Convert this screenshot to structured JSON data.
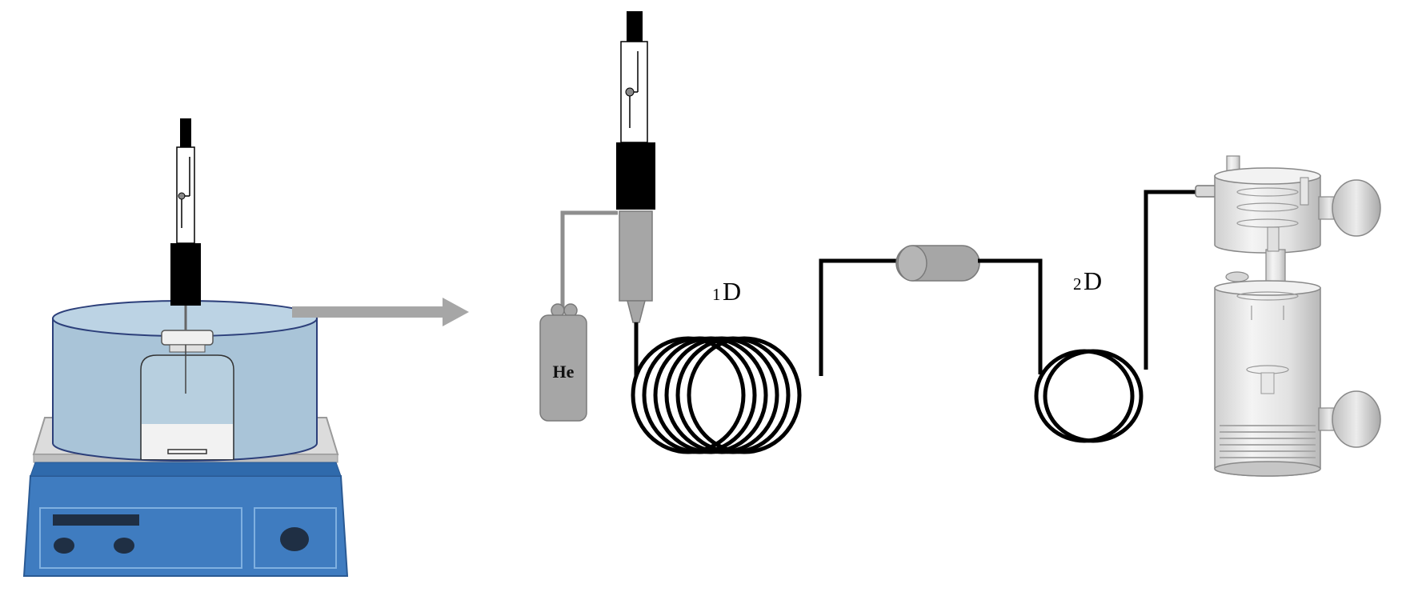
{
  "labels": {
    "gas": "He",
    "first_dim_sup": "1",
    "first_dim_letter": "D",
    "second_dim_sup": "2",
    "second_dim_letter": "D"
  },
  "icons": [
    "hot-plate-stirrer-icon",
    "water-bath-icon",
    "sample-vial-icon",
    "spme-fiber-holder-icon",
    "arrow-right-icon",
    "helium-cylinder-icon",
    "gc-injector-icon",
    "first-dimension-column-icon",
    "modulator-icon",
    "second-dimension-column-icon",
    "mass-spectrometer-icon"
  ],
  "colors": {
    "bath_water": "#a9c4d8",
    "hot_plate_body": "#3f7cc0",
    "gray_device": "#a6a6a6",
    "column_line": "#000000",
    "arrow": "#a6a6a6"
  }
}
